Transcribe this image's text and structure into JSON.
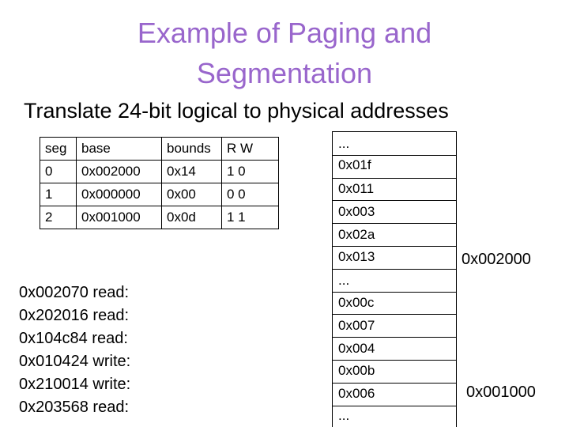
{
  "title": {
    "line1": "Example of Paging and",
    "line2": "Segmentation"
  },
  "subtitle": "Translate 24-bit logical to physical addresses",
  "segment_table": {
    "header": [
      "seg",
      "base",
      "bounds",
      "R W"
    ],
    "rows": [
      [
        "0",
        "0x002000",
        "0x14",
        "1 0"
      ],
      [
        "1",
        "0x000000",
        "0x00",
        "0 0"
      ],
      [
        "2",
        "0x001000",
        "0x0d",
        "1 1"
      ]
    ]
  },
  "memory": {
    "entries": [
      "...",
      "0x01f",
      "0x011",
      "0x003",
      "0x02a",
      "0x013",
      "...",
      "0x00c",
      "0x007",
      "0x004",
      "0x00b",
      "0x006",
      "..."
    ],
    "address_labels": [
      "0x002000",
      "0x001000"
    ]
  },
  "requests": [
    "0x002070 read:",
    "0x202016 read:",
    "0x104c84 read:",
    "0x010424 write:",
    "0x210014 write:",
    "0x203568 read:"
  ],
  "colors": {
    "title": "#9966cc"
  }
}
